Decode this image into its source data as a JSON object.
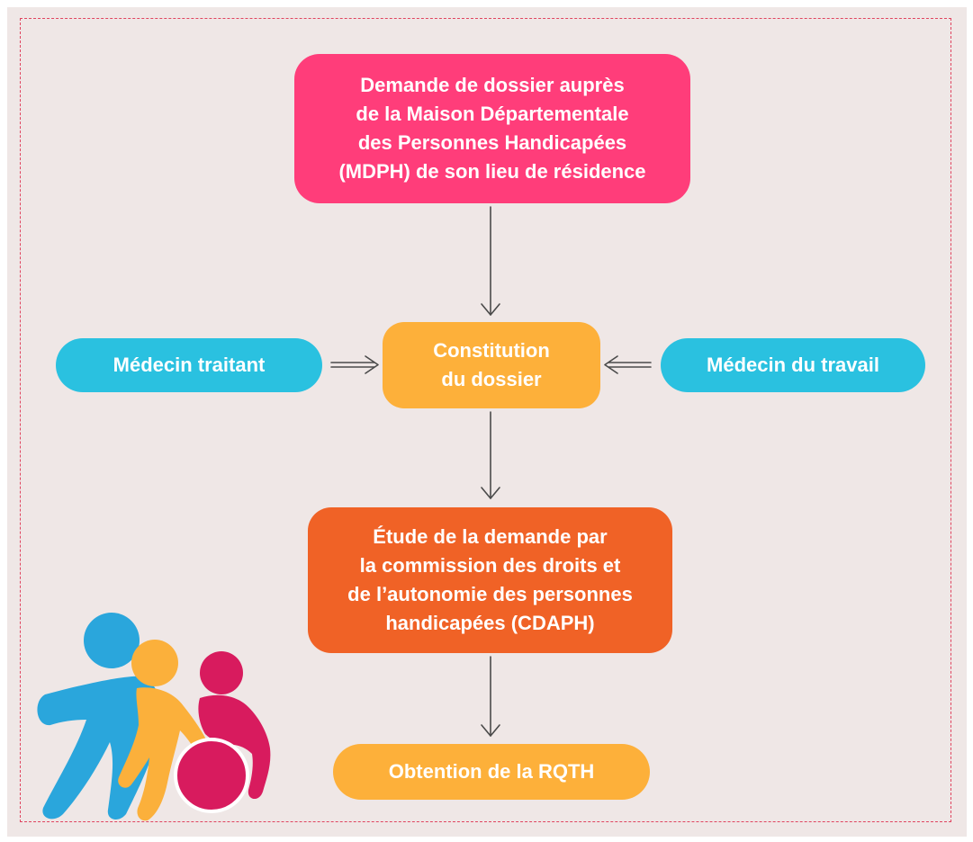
{
  "flowchart": {
    "nodes": {
      "mdph": {
        "label": "Demande de dossier auprès\nde la Maison Départementale\ndes Personnes Handicapées\n(MDPH) de son lieu de résidence",
        "color": "#ff3d7a"
      },
      "constitution": {
        "label": "Constitution\ndu dossier",
        "color": "#fdb03a"
      },
      "medecin_traitant": {
        "label": "Médecin traitant",
        "color": "#2ac1e0"
      },
      "medecin_travail": {
        "label": "Médecin du travail",
        "color": "#2ac1e0"
      },
      "cdaph": {
        "label": "Étude de la demande par\nla commission des droits et\nde l’autonomie des personnes\nhandicapées (CDAPH)",
        "color": "#f06226"
      },
      "rqth": {
        "label": "Obtention de la RQTH",
        "color": "#fdb03a"
      }
    },
    "edges": [
      {
        "from": "mdph",
        "to": "constitution"
      },
      {
        "from": "medecin_traitant",
        "to": "constitution"
      },
      {
        "from": "medecin_travail",
        "to": "constitution"
      },
      {
        "from": "constitution",
        "to": "cdaph"
      },
      {
        "from": "cdaph",
        "to": "rqth"
      }
    ]
  },
  "theme": {
    "background": "#efe7e6",
    "frame_color": "#e0445f",
    "arrow_color": "#4a4a4a"
  },
  "illustration": {
    "icon": "people-disability-icon",
    "colors": {
      "blue": "#2aa6dc",
      "yellow": "#fbb03b",
      "magenta": "#d81b5e"
    }
  }
}
